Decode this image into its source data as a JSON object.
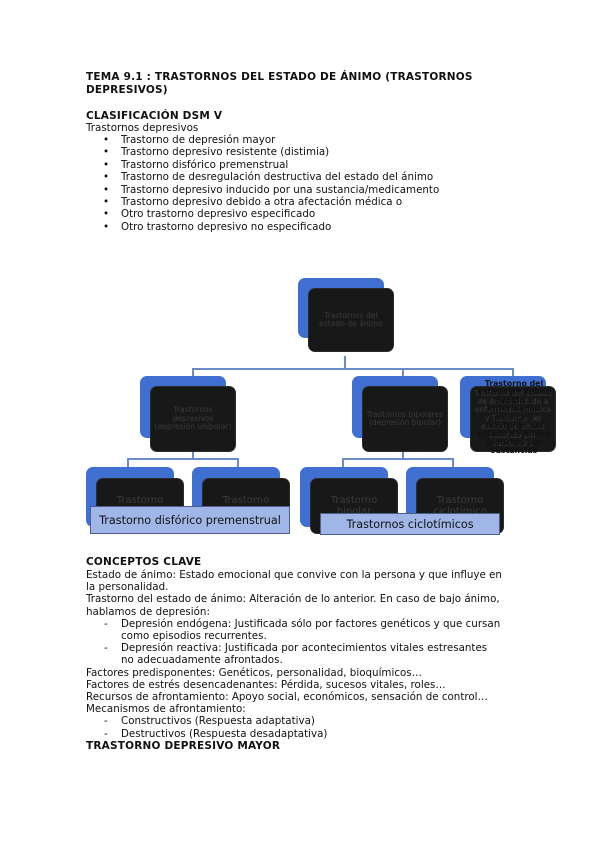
{
  "title": "TEMA 9.1 : TRASTORNOS DEL ESTADO DE ÁNIMO (TRASTORNOS DEPRESIVOS)",
  "classification": {
    "heading": "CLASIFICACIÓN DSM V",
    "subtitle": "Trastornos depresivos",
    "items": [
      "Trastorno de depresión mayor",
      "Trastorno depresivo resistente (distimia)",
      "Trastorno disfórico premenstrual",
      "Trastorno de desregulación destructiva del estado del ánimo",
      "Trastorno depresivo inducido por una sustancia/medicamento",
      "Trastorno depresivo debido a otra afectación médica o",
      "Otro trastorno depresivo especificado",
      " Otro trastorno depresivo no especificado"
    ]
  },
  "diagram": {
    "root": "Trastornos del estado de ánimo",
    "mid_left": "Trastornos depresivos (depresión unipolar)",
    "mid_center": "Trastornos bipolares (depresión bipolar)",
    "mid_right": "Trastorno del estado de ánimo debido a enfermedad médica y Trastorno del estado de ánimo inducido por sustancias",
    "mid_right_overlay": "Trastorno del estado de ánimo debido a enfermedad médica y Trastorno del estado de ánimo inducido por sustancias",
    "leaf_1": "Trastorno depresivo",
    "leaf_2": "Trastorno distímico",
    "leaf_3": "Trastorno bipolar",
    "leaf_4": "Trastorno ciclotímico",
    "overlay_left": "Trastorno disfórico premenstrual",
    "overlay_right": "Trastornos ciclotímicos",
    "colors": {
      "node_back": "#3f6fd0",
      "node_front": "#181818",
      "overlay": "#9fb6e6",
      "connector": "#6b8cc7"
    }
  },
  "concepts": {
    "heading": "CONCEPTOS CLAVE",
    "line_1": "Estado de ánimo: Estado emocional que convive con la persona y que influye en",
    "line_1b": "la personalidad.",
    "line_2": "Trastorno del estado de ánimo: Alteración de lo anterior. En caso de bajo ánimo,",
    "line_2b": "hablamos de depresión:",
    "dash_1": "Depresión endógena: Justificada sólo por factores genéticos y que cursan",
    "dash_1b": "como episodios recurrentes.",
    "dash_2": "Depresión reactiva: Justificada por acontecimientos vitales estresantes",
    "dash_2b": "no adecuadamente afrontados.",
    "line_3": "Factores predisponentes: Genéticos, personalidad, bioquímicos…",
    "line_4": "Factores de estrés desencadenantes: Pérdida, sucesos vitales, roles…",
    "line_5": "Recursos de afrontamiento: Apoyo social, económicos, sensación de control…",
    "line_6": "Mecanismos de afrontamiento:",
    "dash_3": "Constructivos (Respuesta adaptativa)",
    "dash_4": "Destructivos (Respuesta desadaptativa)",
    "dash_mark": "-",
    "section": "TRASTORNO DEPRESIVO MAYOR"
  }
}
